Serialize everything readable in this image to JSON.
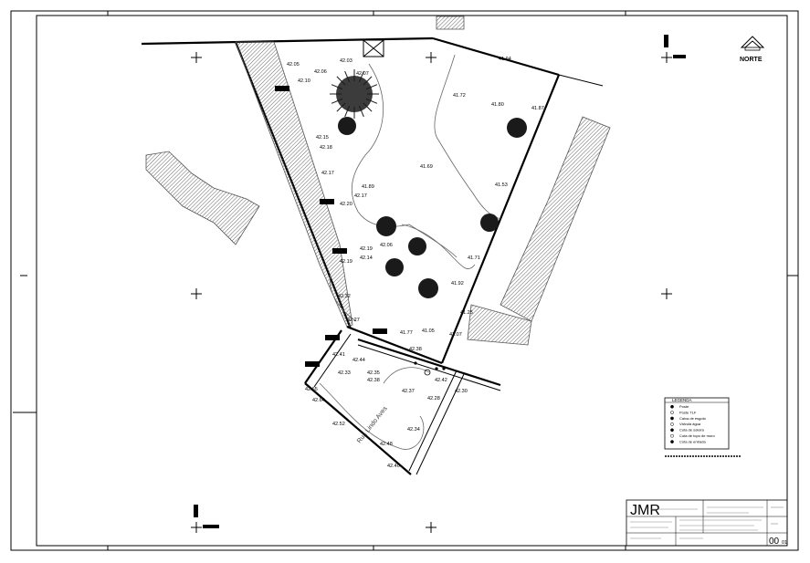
{
  "sheet": {
    "north_label": "NORTE",
    "road_label": "Rua Lindo Aves"
  },
  "legend": {
    "title": "LEGENDA",
    "items": [
      {
        "label": "Poste"
      },
      {
        "label": "Poste TLF"
      },
      {
        "label": "Caixa de esgoto"
      },
      {
        "label": "Válvula água"
      },
      {
        "label": "Cota de soleira"
      },
      {
        "label": "Cota de topo de muro"
      },
      {
        "label": "Cota de entrada"
      }
    ]
  },
  "title_block": {
    "logo": "JMR",
    "sheet_number": "00",
    "sheet_total": "01"
  },
  "elevations": [
    {
      "value": "42.05"
    },
    {
      "value": "42.06"
    },
    {
      "value": "42.03"
    },
    {
      "value": "41.94"
    },
    {
      "value": "42.10"
    },
    {
      "value": "42.07"
    },
    {
      "value": "41.72"
    },
    {
      "value": "41.80"
    },
    {
      "value": "41.87"
    },
    {
      "value": "42.15"
    },
    {
      "value": "42.18"
    },
    {
      "value": "41.69"
    },
    {
      "value": "41.53"
    },
    {
      "value": "42.17"
    },
    {
      "value": "41.89"
    },
    {
      "value": "42.17"
    },
    {
      "value": "42.20"
    },
    {
      "value": "42.06"
    },
    {
      "value": "42.19"
    },
    {
      "value": "42.14"
    },
    {
      "value": "42.19"
    },
    {
      "value": "41.71"
    },
    {
      "value": "41.92"
    },
    {
      "value": "41.05"
    },
    {
      "value": "42.32"
    },
    {
      "value": "42.27"
    },
    {
      "value": "41.77"
    },
    {
      "value": "41.07"
    },
    {
      "value": "41.25"
    },
    {
      "value": "42.38"
    },
    {
      "value": "42.41"
    },
    {
      "value": "42.44"
    },
    {
      "value": "42.33"
    },
    {
      "value": "42.35"
    },
    {
      "value": "42.38"
    },
    {
      "value": "42.42"
    },
    {
      "value": "42.30"
    },
    {
      "value": "42.37"
    },
    {
      "value": "42.65"
    },
    {
      "value": "42.64"
    },
    {
      "value": "42.52"
    },
    {
      "value": "42.34"
    },
    {
      "value": "42.48"
    },
    {
      "value": "42.40"
    },
    {
      "value": "42.28"
    }
  ]
}
